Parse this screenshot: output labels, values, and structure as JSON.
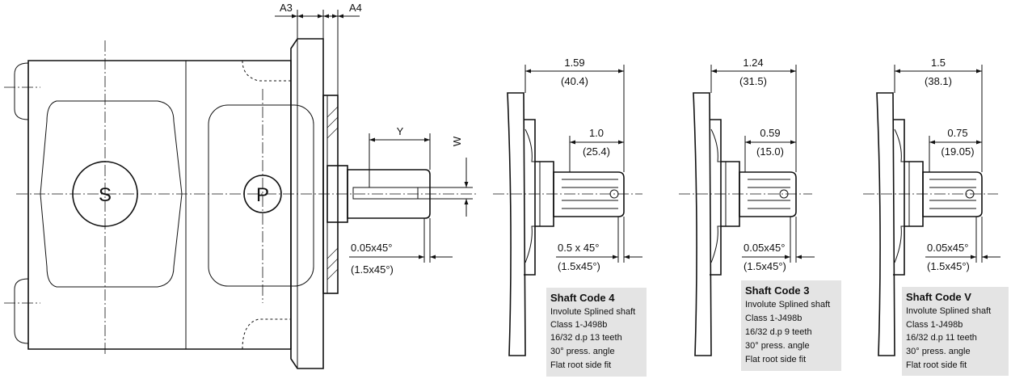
{
  "pump": {
    "port_s": "S",
    "port_p": "P",
    "dim_a3": "A3",
    "dim_a4": "A4",
    "dim_y": "Y",
    "dim_w": "W",
    "chamfer": "0.05x45°",
    "chamfer_mm": "(1.5x45°)"
  },
  "shafts": [
    {
      "overall_in": "1.59",
      "overall_mm": "(40.4)",
      "spline_in": "1.0",
      "spline_mm": "(25.4)",
      "chamfer": "0.5 x 45°",
      "chamfer_mm": "(1.5x45°)",
      "title": "Shaft Code 4",
      "lines": [
        "Involute Splined shaft",
        "Class 1-J498b",
        "16/32 d.p 13 teeth",
        "30° press. angle",
        "Flat root side fit"
      ]
    },
    {
      "overall_in": "1.24",
      "overall_mm": "(31.5)",
      "spline_in": "0.59",
      "spline_mm": "(15.0)",
      "chamfer": "0.05x45°",
      "chamfer_mm": "(1.5x45°)",
      "title": "Shaft Code 3",
      "lines": [
        "Involute Splined shaft",
        "Class 1-J498b",
        "16/32 d.p 9 teeth",
        "30° press. angle",
        "Flat root side fit"
      ]
    },
    {
      "overall_in": "1.5",
      "overall_mm": "(38.1)",
      "spline_in": "0.75",
      "spline_mm": "(19.05)",
      "chamfer": "0.05x45°",
      "chamfer_mm": "(1.5x45°)",
      "title": "Shaft Code V",
      "lines": [
        "Involute Splined shaft",
        "Class 1-J498b",
        "16/32 d.p 11 teeth",
        "30° press. angle",
        "Flat root side fit"
      ]
    }
  ]
}
